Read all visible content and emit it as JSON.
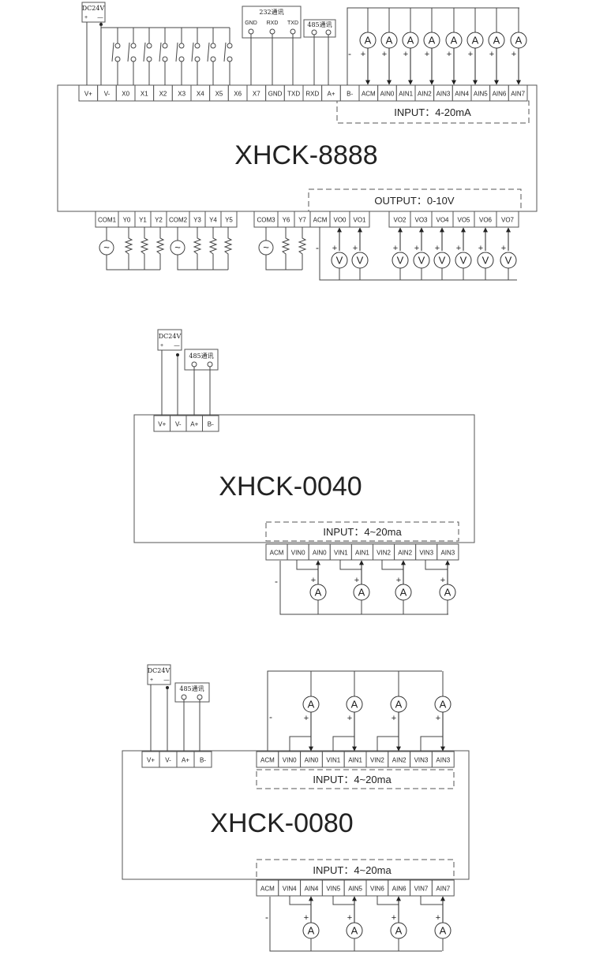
{
  "diagram1": {
    "title": "XHCK-8888",
    "power_label": "DC24V",
    "power_plus": "+",
    "power_minus": "—",
    "rs232_label": "232通讯",
    "rs232_pins": [
      "GND",
      "RXD",
      "TXD"
    ],
    "rs485_label": "485通讯",
    "top_terminals": [
      "V+",
      "V-",
      "X0",
      "X1",
      "X2",
      "X3",
      "X4",
      "X5",
      "X6",
      "X7",
      "GND",
      "TXD",
      "RXD",
      "A+",
      "B-",
      "ACM",
      "AIN0",
      "AIN1",
      "AIN2",
      "AIN3",
      "AIN4",
      "AIN5",
      "AIN6",
      "AIN7"
    ],
    "input_label": "INPUT：4-20mA",
    "output_label": "OUTPUT：0-10V",
    "bottom_terminals": [
      "COM1",
      "Y0",
      "Y1",
      "Y2",
      "COM2",
      "Y3",
      "Y4",
      "Y5",
      "COM3",
      "Y6",
      "Y7",
      "ACM",
      "VO0",
      "VO1",
      "VO2",
      "VO3",
      "VO4",
      "VO5",
      "VO6",
      "VO7"
    ],
    "ammeter_symbol": "A",
    "voltmeter_symbol": "V",
    "ac_symbol": "~",
    "plus_sign": "+",
    "minus_sign": "-"
  },
  "diagram2": {
    "title": "XHCK-0040",
    "power_label": "DC24V",
    "power_plus": "+",
    "power_minus": "—",
    "rs485_label": "485通讯",
    "top_terminals": [
      "V+",
      "V-",
      "A+",
      "B-"
    ],
    "input_label": "INPUT：4~20ma",
    "bottom_terminals": [
      "ACM",
      "VIN0",
      "AIN0",
      "VIN1",
      "AIN1",
      "VIN2",
      "AIN2",
      "VIN3",
      "AIN3"
    ],
    "ammeter_symbol": "A",
    "plus_sign": "+",
    "minus_sign": "-"
  },
  "diagram3": {
    "title": "XHCK-0080",
    "power_label": "DC24V",
    "power_plus": "+",
    "power_minus": "—",
    "rs485_label": "485通讯",
    "top_terminals": [
      "V+",
      "V-",
      "A+",
      "B-"
    ],
    "input_top_label": "INPUT：4~20ma",
    "input_bottom_label": "INPUT：4~20ma",
    "upper_terminals": [
      "ACM",
      "VIN0",
      "AIN0",
      "VIN1",
      "AIN1",
      "VIN2",
      "AIN2",
      "VIN3",
      "AIN3"
    ],
    "lower_terminals": [
      "ACM",
      "VIN4",
      "AIN4",
      "VIN5",
      "AIN5",
      "VIN6",
      "AIN6",
      "VIN7",
      "AIN7"
    ],
    "ammeter_symbol": "A",
    "plus_sign": "+",
    "minus_sign": "-"
  }
}
